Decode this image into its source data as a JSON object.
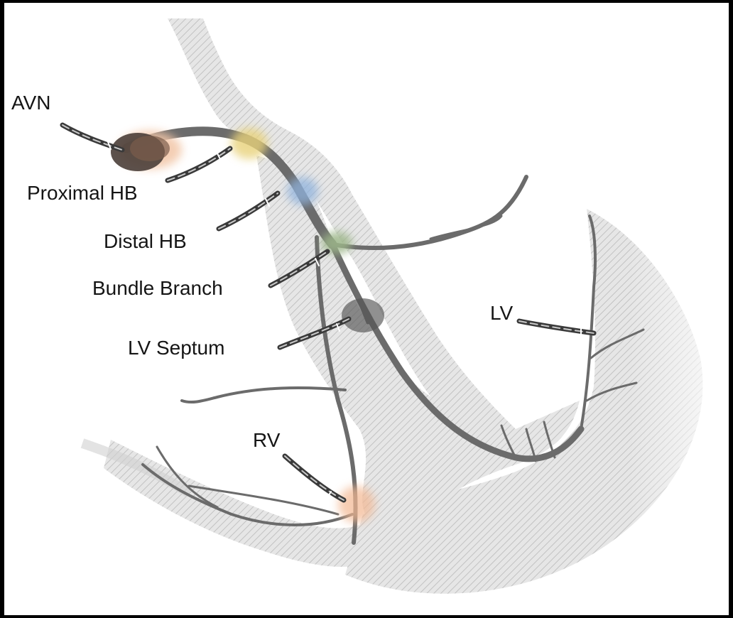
{
  "diagram": {
    "labels": {
      "avn": "AVN",
      "proximal_hb": "Proximal HB",
      "distal_hb": "Distal HB",
      "bundle_branch": "Bundle Branch",
      "lv_septum": "LV Septum",
      "lv": "LV",
      "rv": "RV"
    },
    "colors": {
      "background": "#ffffff",
      "border": "#000000",
      "tissue_fill": "#e2e2e2",
      "hatch": "#c4c4c4",
      "conduction": "#6b6b6b",
      "lead": "#3a3a3a",
      "avn_site": "#6e5548",
      "avn_halo": "#f2c6a7",
      "proximal_hb_site": "#e8d27a",
      "distal_hb_site": "#8fb2dd",
      "bundle_branch_site": "#9cb689",
      "lv_septum_site": "#555555",
      "rv_site": "#f3b792"
    }
  }
}
